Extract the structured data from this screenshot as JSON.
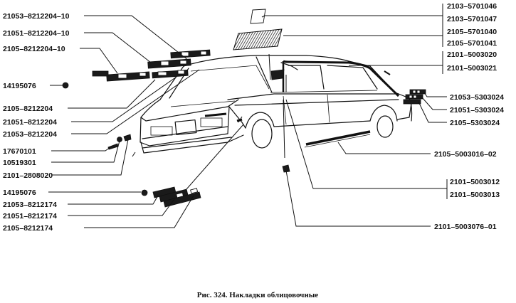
{
  "labels": {
    "l1": "21053–8212204–10",
    "l2": "21051–8212204–10",
    "l3": "2105–8212204–10",
    "l4": "14195076",
    "l5": "2105–8212204",
    "l6": "21051–8212204",
    "l7": "21053–8212204",
    "l8": "17670101",
    "l9": "10519301",
    "l10": "2101–2808020",
    "l11": "14195076",
    "l12": "21053–8212174",
    "l13": "21051–8212174",
    "l14": "2105–8212174",
    "r1": "2103–5701046",
    "r2": "2103–5701047",
    "r3": "2105–5701040",
    "r4": "2105–5701041",
    "r5": "2101–5003020",
    "r6": "2101–5003021",
    "r7": "21053–5303024",
    "r8": "21051–5303024",
    "r9": "2105–5303024",
    "r10": "2105–5003016–02",
    "r11": "2101–5003012",
    "r12": "2101–5003013",
    "r13": "2101–5003076–01"
  },
  "caption": "Рис. 324. Накладки облицовочные"
}
